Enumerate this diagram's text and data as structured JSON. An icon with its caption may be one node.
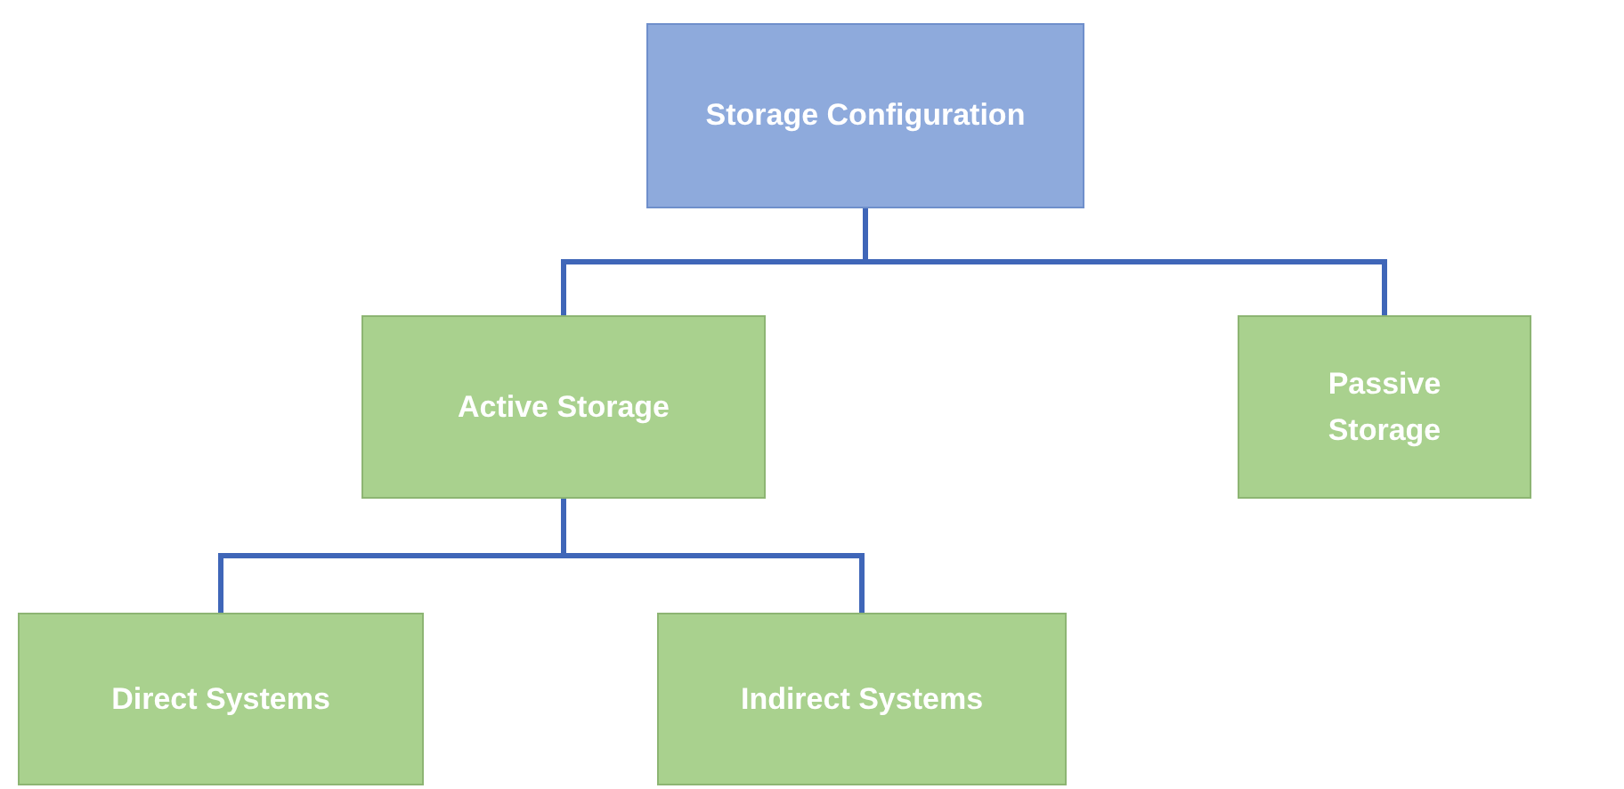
{
  "diagram": {
    "nodes": [
      {
        "text": [
          "Storage Configuration"
        ]
      },
      {
        "text": [
          "Active Storage"
        ]
      },
      {
        "text": [
          "Passive Storage"
        ]
      },
      {
        "text": [
          "Direct Systems"
        ]
      },
      {
        "text": [
          "Indirect Systems"
        ]
      }
    ],
    "edges": [
      {
        "from": 0,
        "to": 1,
        "arrow": "none"
      },
      {
        "from": 0,
        "to": 2,
        "arrow": "none"
      },
      {
        "from": 1,
        "to": 3,
        "arrow": "none"
      },
      {
        "from": 1,
        "to": 4,
        "arrow": "none"
      }
    ]
  }
}
